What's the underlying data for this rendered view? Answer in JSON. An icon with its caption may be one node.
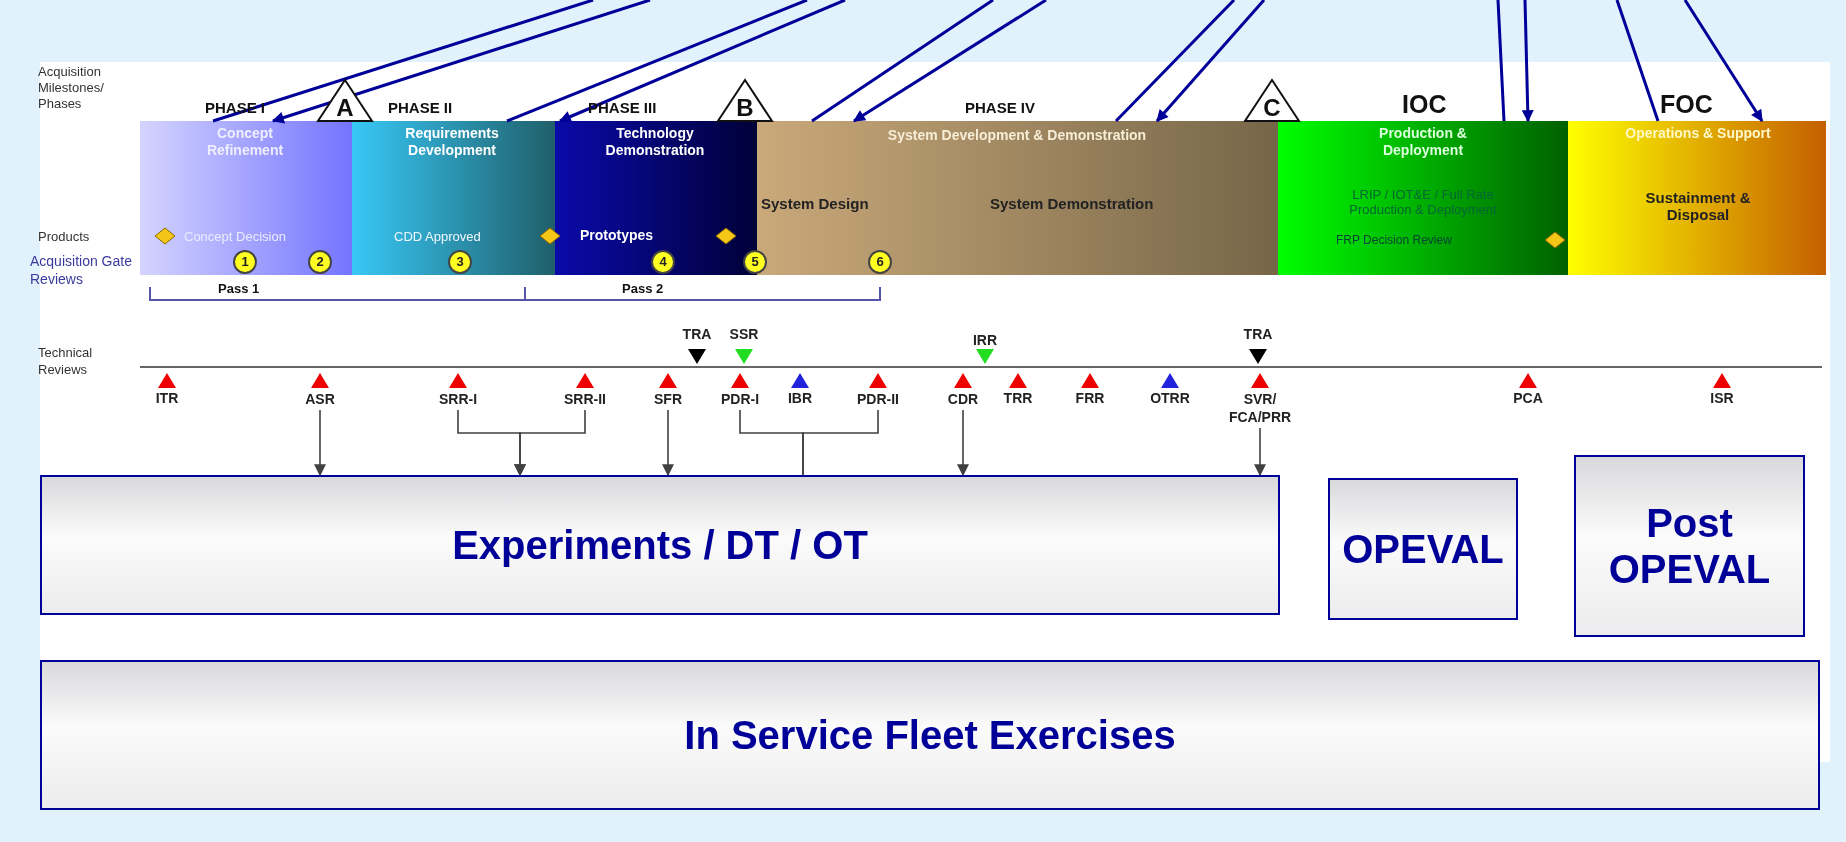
{
  "diagram": {
    "nodes": [
      {
        "text": [
          "A"
        ]
      },
      {
        "text": [
          "B"
        ]
      },
      {
        "text": [
          "C"
        ]
      },
      {
        "text": [
          "Concept Refinement",
          "Concept Decision"
        ]
      },
      {
        "text": [
          "Requirements Development",
          "CDD Approved"
        ]
      },
      {
        "text": [
          "Technology Demonstration",
          "Prototypes"
        ]
      },
      {
        "text": [
          "System Development & Demonstration",
          "System Design",
          "System Demonstration"
        ]
      },
      {
        "text": [
          "Production & Deployment",
          "LRIP / IOT&E / Full Rate Production & Deployment",
          "FRP Decision Review"
        ]
      },
      {
        "text": [
          "Operations & Support",
          "Sustainment & Disposal"
        ]
      },
      {
        "text": [
          "1"
        ],
        "in": 3
      },
      {
        "text": [
          "2"
        ],
        "in": 3
      },
      {
        "text": [
          "3"
        ],
        "in": 4
      },
      {
        "text": [
          "4"
        ],
        "in": 5
      },
      {
        "text": [
          "5"
        ]
      },
      {
        "text": [
          "6"
        ],
        "in": 6
      },
      {
        "text": [
          "ASR"
        ]
      },
      {
        "text": [
          "SRR-I"
        ]
      },
      {
        "text": [
          "SRR-II"
        ]
      },
      {
        "text": [
          "SFR"
        ]
      },
      {
        "text": [
          "PDR-I"
        ]
      },
      {
        "text": [
          "PDR-II"
        ]
      },
      {
        "text": [
          "CDR"
        ]
      },
      {
        "text": [
          "SVR/ FCA/PRR"
        ]
      },
      {
        "text": [
          "Experiments / DT / OT"
        ]
      },
      {
        "text": [
          "OPEVAL"
        ]
      },
      {
        "text": [
          "Post OPEVAL"
        ]
      },
      {
        "text": [
          "In Service Fleet Exercises"
        ]
      }
    ],
    "edges": [
      {
        "from": 3,
        "to": null,
        "arrow": "none"
      },
      {
        "from": null,
        "to": 3,
        "arrow": "to"
      },
      {
        "from": 4,
        "to": null,
        "arrow": "none"
      },
      {
        "from": null,
        "to": 5,
        "arrow": "to"
      },
      {
        "from": 6,
        "to": null,
        "arrow": "none"
      },
      {
        "from": null,
        "to": 6,
        "arrow": "to"
      },
      {
        "from": 6,
        "to": null,
        "arrow": "none"
      },
      {
        "from": null,
        "to": 6,
        "arrow": "to"
      },
      {
        "from": 7,
        "to": null,
        "arrow": "none"
      },
      {
        "from": null,
        "to": 7,
        "arrow": "to"
      },
      {
        "from": 8,
        "to": null,
        "arrow": "none"
      },
      {
        "from": null,
        "to": 8,
        "arrow": "to"
      },
      {
        "from": 15,
        "to": 23,
        "arrow": "to",
        "color": "#404040"
      },
      {
        "from": 16,
        "to": 23,
        "arrow": "to",
        "color": "#404040"
      },
      {
        "from": 17,
        "to": 23,
        "arrow": "to",
        "color": "#404040"
      },
      {
        "from": 18,
        "to": 23,
        "arrow": "to",
        "color": "#404040"
      },
      {
        "from": 19,
        "to": 23,
        "arrow": "none",
        "color": "#404040"
      },
      {
        "from": 20,
        "to": 23,
        "arrow": "none",
        "color": "#404040"
      },
      {
        "from": 21,
        "to": 23,
        "arrow": "to",
        "color": "#404040"
      },
      {
        "from": 22,
        "to": 23,
        "arrow": "to",
        "color": "#404040"
      }
    ],
    "labels": [
      "Acquisition Milestones/ Phases",
      "PHASE I",
      "PHASE II",
      "PHASE III",
      "PHASE IV",
      "IOC",
      "FOC",
      "Products",
      "Acquisition Gate Reviews",
      "Pass 1",
      "Pass 2",
      "Technical Reviews",
      "TRA",
      "SSR",
      "IRR",
      "TRA",
      "ITR",
      "IBR",
      "TRR",
      "FRR",
      "OTRR",
      "PCA",
      "ISR"
    ]
  }
}
